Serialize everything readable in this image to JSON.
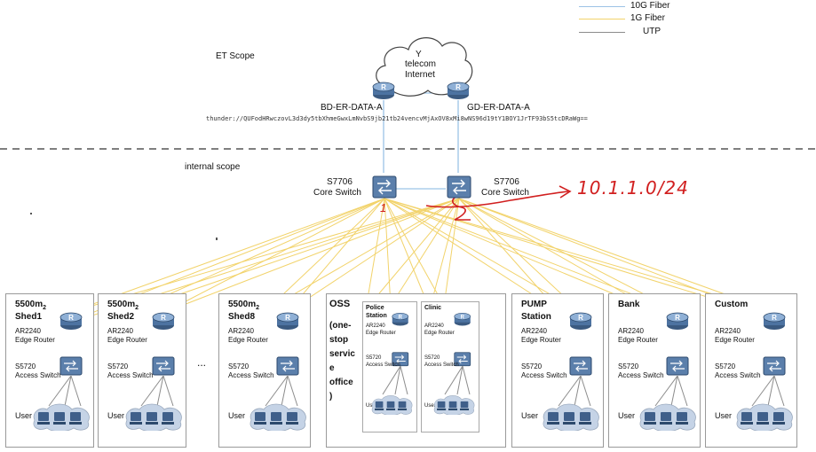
{
  "legend": [
    {
      "label": "10G Fiber",
      "color": "#9cc3e6"
    },
    {
      "label": "1G Fiber",
      "color": "#f2d36b"
    },
    {
      "label": "UTP",
      "color": "#8c8c8c"
    }
  ],
  "scopes": {
    "external": "ET Scope",
    "internal": "internal scope"
  },
  "cloud": {
    "line1": "Y",
    "line2": "telecom",
    "line3": "Internet"
  },
  "routers": {
    "left": "BD-ER-DATA-A",
    "right": "GD-ER-DATA-A",
    "thunder": "thunder://QUFodHRwczovL3d3dy5tbXhmeGwxLmNvbS9jb21tb24vencvMjAxOV8xMi8wNS96d19tY1BOY1JrTF93bS5tcDRaWg=="
  },
  "core": [
    {
      "model": "S7706",
      "role": "Core Switch"
    },
    {
      "model": "S7706",
      "role": "Core Switch"
    }
  ],
  "handwriting": {
    "ip": "10.1.1.0/24",
    "mark1": "1",
    "mark2": "2"
  },
  "router_icon_letter": "R",
  "sites": [
    {
      "title1": "5500m",
      "title_sup": "2",
      "title2": "Shed1",
      "router_model": "AR2240",
      "router_role": "Edge Router",
      "switch_model": "S5720",
      "switch_role": "Access Switch",
      "user": "User"
    },
    {
      "title1": "5500m",
      "title_sup": "2",
      "title2": "Shed2",
      "router_model": "AR2240",
      "router_role": "Edge Router",
      "switch_model": "S5720",
      "switch_role": "Access Switch",
      "user": "User"
    },
    {
      "title1": "5500m",
      "title_sup": "2",
      "title2": "Shed8",
      "router_model": "AR2240",
      "router_role": "Edge Router",
      "switch_model": "S5720",
      "switch_role": "Access Switch",
      "user": "User"
    },
    {
      "title1": "PUMP",
      "title_sup": "",
      "title2": "Station",
      "router_model": "AR2240",
      "router_role": "Edge Router",
      "switch_model": "S5720",
      "switch_role": "Access Switch",
      "user": "User"
    },
    {
      "title1": "Bank",
      "title_sup": "",
      "title2": "",
      "router_model": "AR2240",
      "router_role": "Edge Router",
      "switch_model": "S5720",
      "switch_role": "Access Switch",
      "user": "User"
    },
    {
      "title1": "Custom",
      "title_sup": "",
      "title2": "",
      "router_model": "AR2240",
      "router_role": "Edge Router",
      "switch_model": "S5720",
      "switch_role": "Access Switch",
      "user": "User"
    }
  ],
  "ellipsis": "...",
  "oss": {
    "lines": [
      "OSS",
      "(one-",
      "stop",
      "servic",
      "e",
      "office",
      ")"
    ],
    "sub": [
      {
        "title1": "Police",
        "title2": "Station",
        "router": "AR2240",
        "router_role": "Edge Router",
        "switch": "S5720",
        "switch_role": "Access Switch",
        "user": "User"
      },
      {
        "title1": "Clinic",
        "title2": "",
        "router": "AR2240",
        "router_role": "Edge Router",
        "switch": "S5720",
        "switch_role": "Access Switch",
        "user": "User"
      }
    ]
  }
}
